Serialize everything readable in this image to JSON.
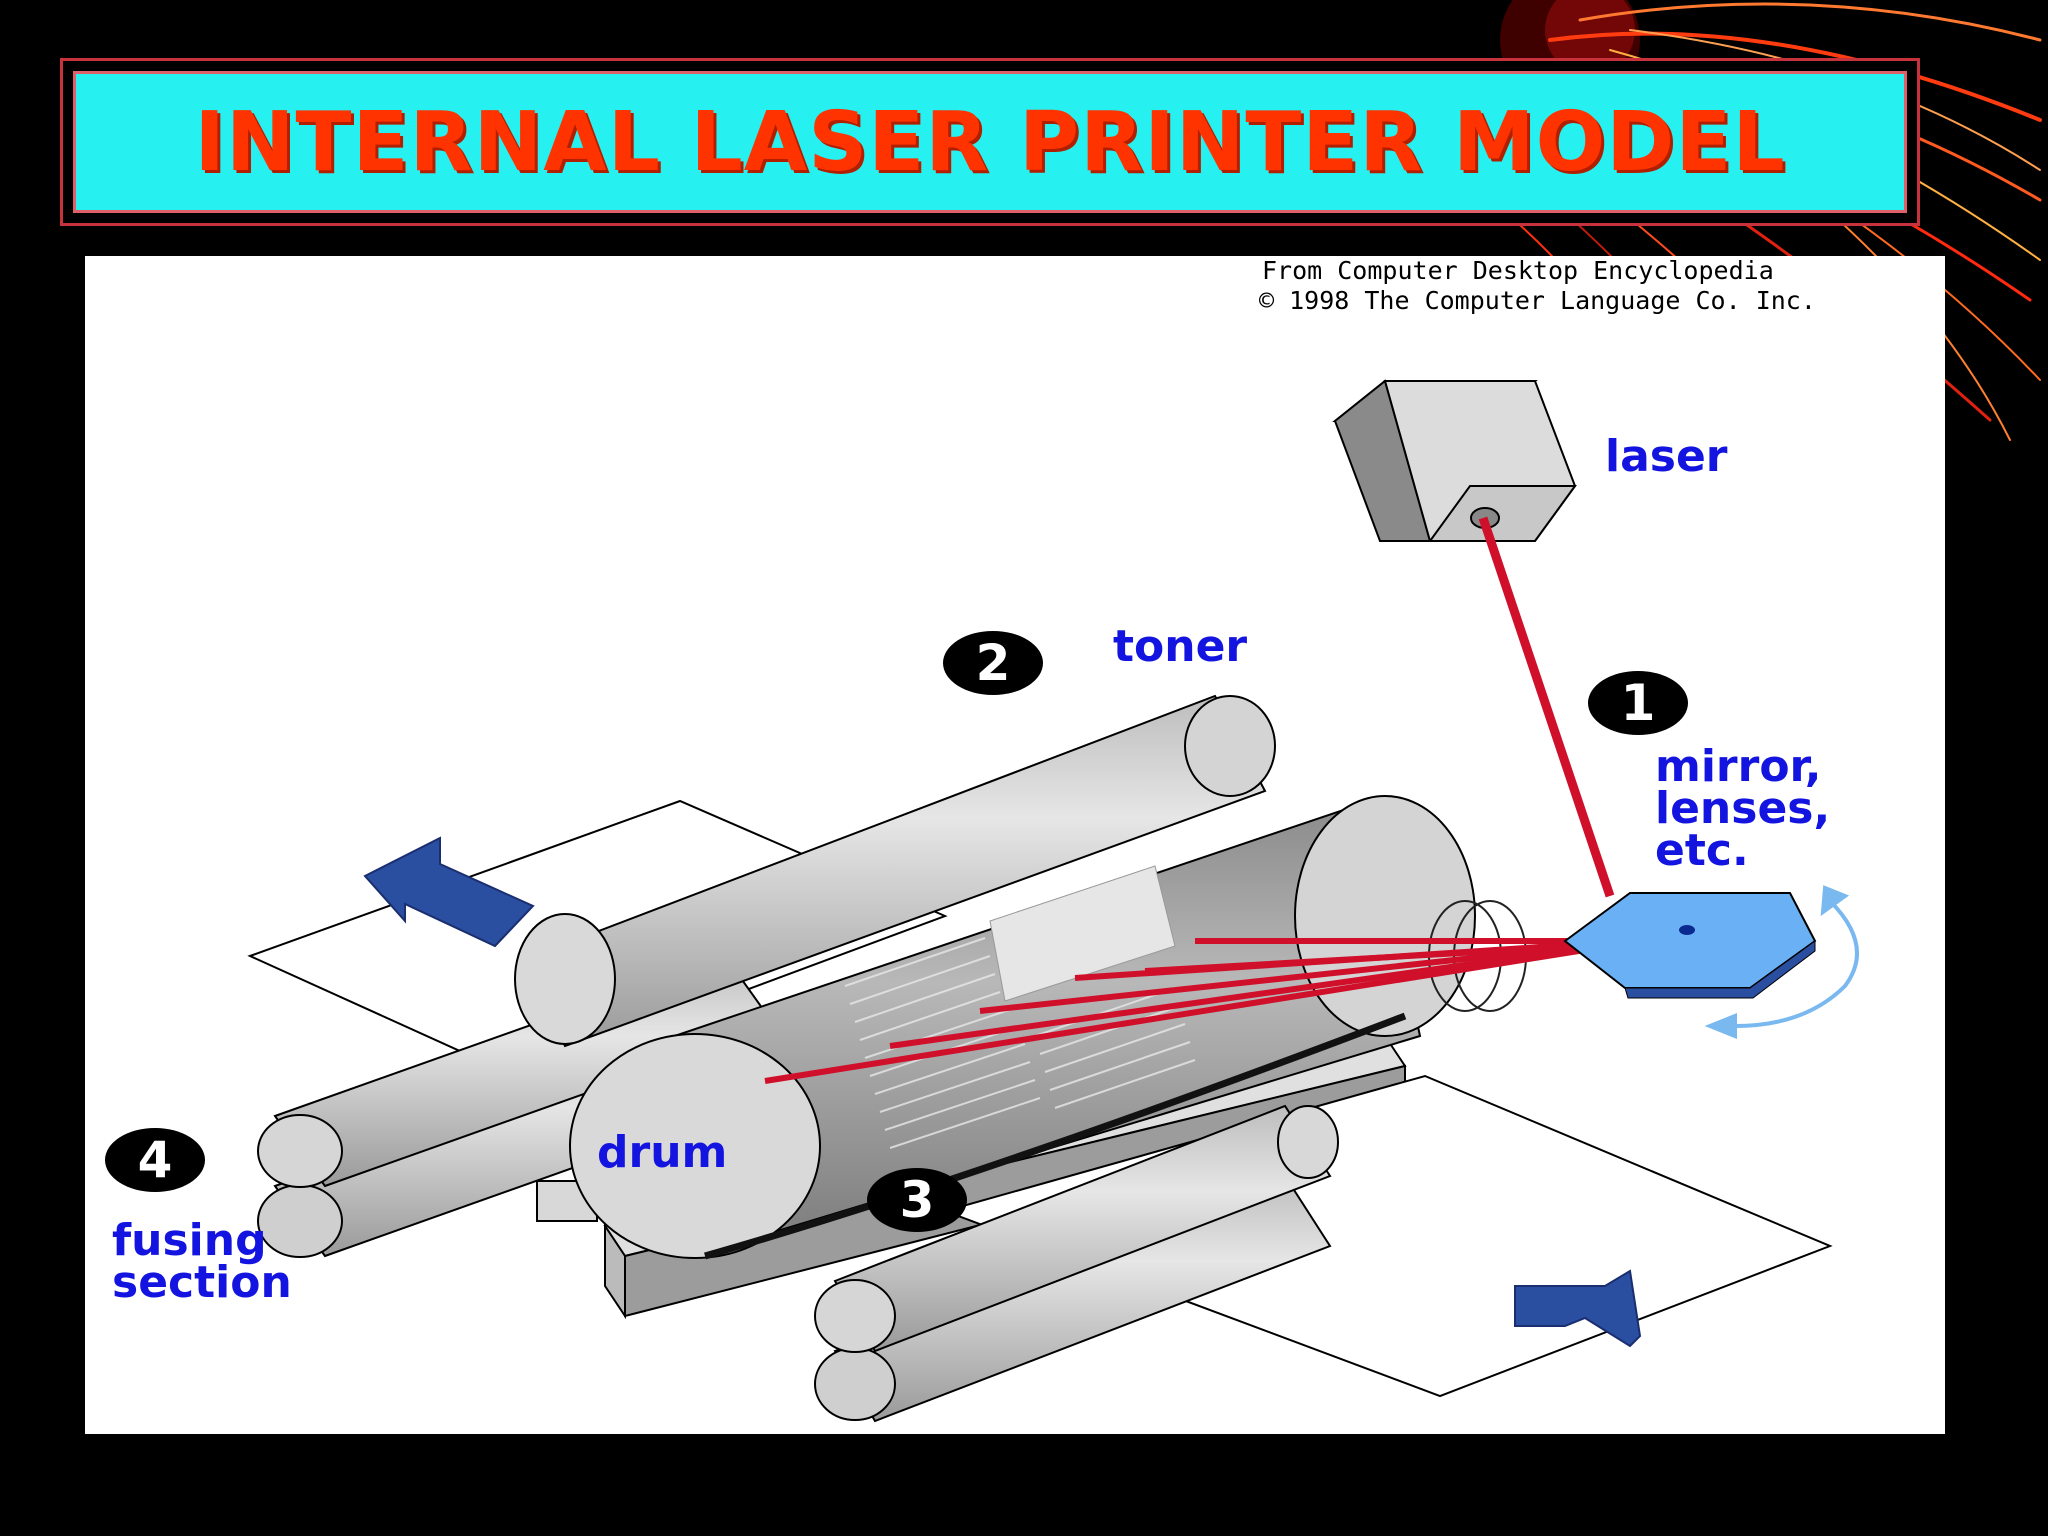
{
  "title": "INTERNAL LASER PRINTER MODEL",
  "credit": {
    "line1": "From Computer Desktop Encyclopedia",
    "line2": "© 1998 The Computer Language Co. Inc."
  },
  "labels": {
    "laser": "laser",
    "toner": "toner",
    "mirror": [
      "mirror,",
      "lenses,",
      "etc."
    ],
    "drum": "drum",
    "fusing": [
      "fusing",
      "section"
    ]
  },
  "steps": [
    "1",
    "2",
    "3",
    "4"
  ],
  "colors": {
    "background": "#000000",
    "title_bg": "#27f0f0",
    "title_text": "#ff3300",
    "label_text": "#1414e0",
    "laser_beam": "#d0102a",
    "arrow": "#2a4ea0",
    "mirror": "#6ab0f5"
  },
  "icons": [
    "laser-unit-icon",
    "hexagon-mirror-icon",
    "rotation-arrow-icon",
    "paper-direction-arrow-icon"
  ]
}
